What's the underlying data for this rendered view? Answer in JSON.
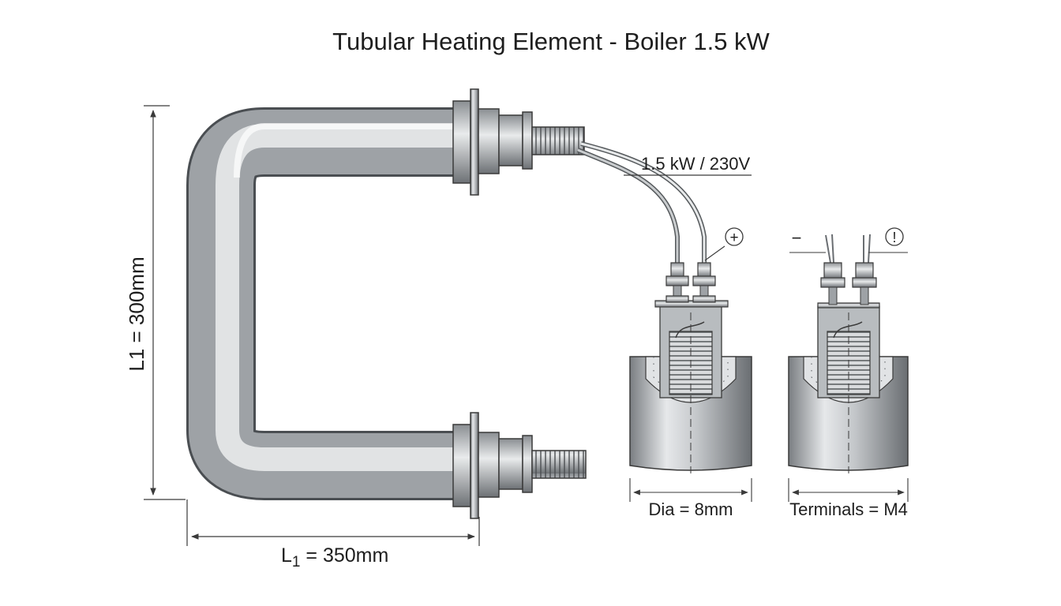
{
  "title": "Tubular Heating Element - Boiler 1.5 kW",
  "labels": {
    "rating": "1.5 kW / 230V",
    "height_prefix": "L1",
    "height_value": " = 300mm",
    "length_main": "L",
    "length_sub": "1",
    "length_value": " = 350mm",
    "diameter": "Dia = 8mm",
    "terminals": "Terminals = M4",
    "terminal_minus": "−",
    "terminal_plus_symbol": "+",
    "terminal_excl_symbol": "!"
  },
  "colors": {
    "steel_dark": "#6f7377",
    "steel_mid": "#b3b7bb",
    "steel_light": "#f2f3f4",
    "line": "#3a3a3a",
    "wire": "#8a8d90"
  }
}
